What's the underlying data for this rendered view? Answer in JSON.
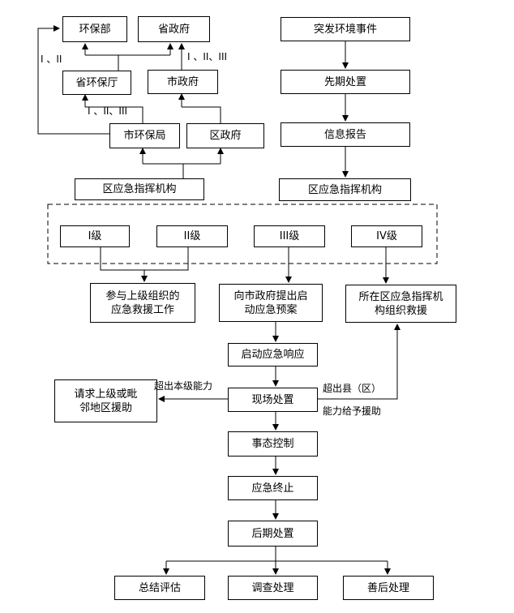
{
  "nodes": {
    "env_ministry": "环保部",
    "provincial_gov": "省政府",
    "provincial_env": "省环保厅",
    "city_gov": "市政府",
    "city_env": "市环保局",
    "district_gov": "区政府",
    "district_command_left": "区应急指挥机构",
    "sudden_event": "突发环境事件",
    "initial_handling": "先期处置",
    "info_report": "信息报告",
    "district_command_right": "区应急指挥机构",
    "level_1": "I级",
    "level_2": "II级",
    "level_3": "III级",
    "level_4": "IV级",
    "upper_rescue": "参与上级组织的\n应急救援工作",
    "city_plan": "向市政府提出启\n动应急预案",
    "local_rescue": "所在区应急指挥机\n构组织救援",
    "start_response": "启动应急响应",
    "scene_handling": "现场处置",
    "request_help": "请求上级或毗\n邻地区援助",
    "situation_control": "事态控制",
    "response_end": "应急终止",
    "aftermath": "后期处置",
    "summary_eval": "总结评估",
    "investigation": "调查处理",
    "rehabilitation": "善后处理"
  },
  "labels": {
    "levels_1_2": "I 、II",
    "levels_1_2_3_right": "I 、II、III",
    "levels_1_2_3_left": "I 、II、III",
    "beyond_capacity": "超出本级能力",
    "beyond_county": "超出县（区）",
    "capacity_aid": "能力给予援助"
  }
}
